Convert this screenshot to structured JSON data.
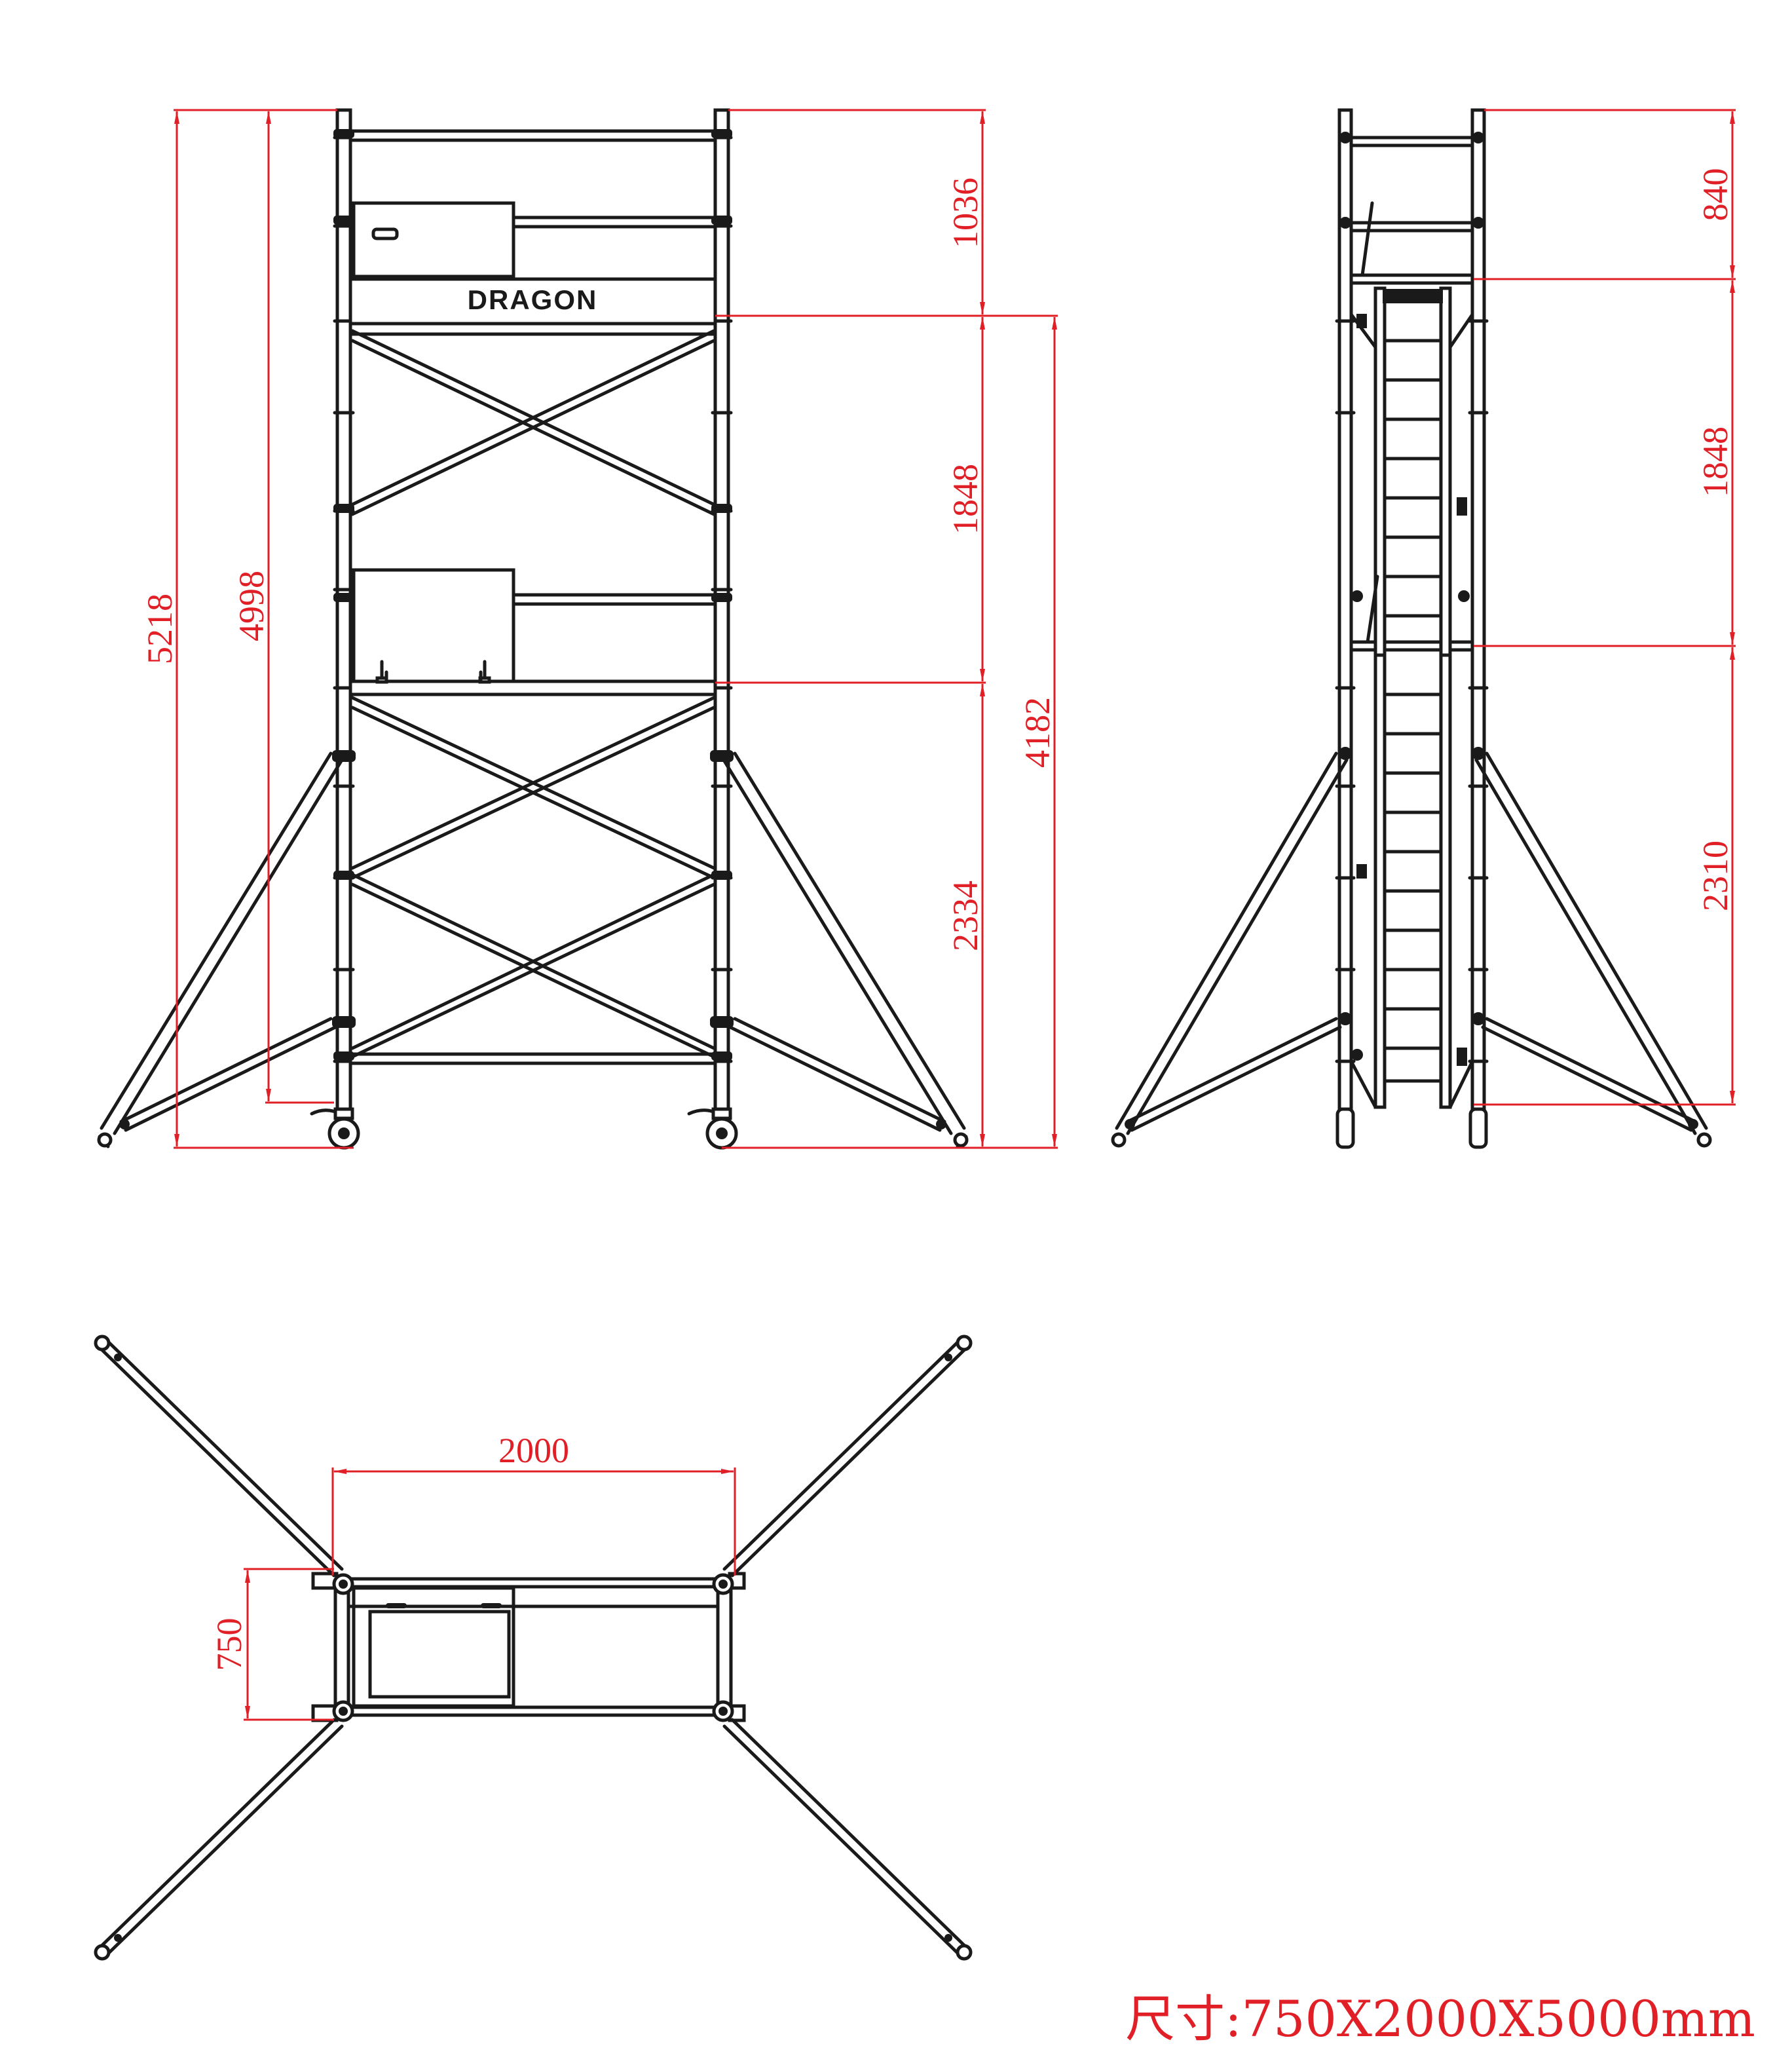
{
  "brand_label": "DRAGON",
  "colors": {
    "line": "#1a1a1a",
    "dimension": "#e01f26",
    "background": "#ffffff"
  },
  "front_view": {
    "dimensions": {
      "overall_height": "5218",
      "platform_height": "4998",
      "top_section": "1036",
      "middle_section": "1848",
      "bottom_section": "2334",
      "deck_height": "4182"
    }
  },
  "side_view": {
    "dimensions": {
      "top_section": "840",
      "middle_section": "1848",
      "bottom_section": "2310"
    }
  },
  "plan_view": {
    "dimensions": {
      "length": "2000",
      "width": "750"
    }
  },
  "size_caption": "尺寸:750X2000X5000mm"
}
